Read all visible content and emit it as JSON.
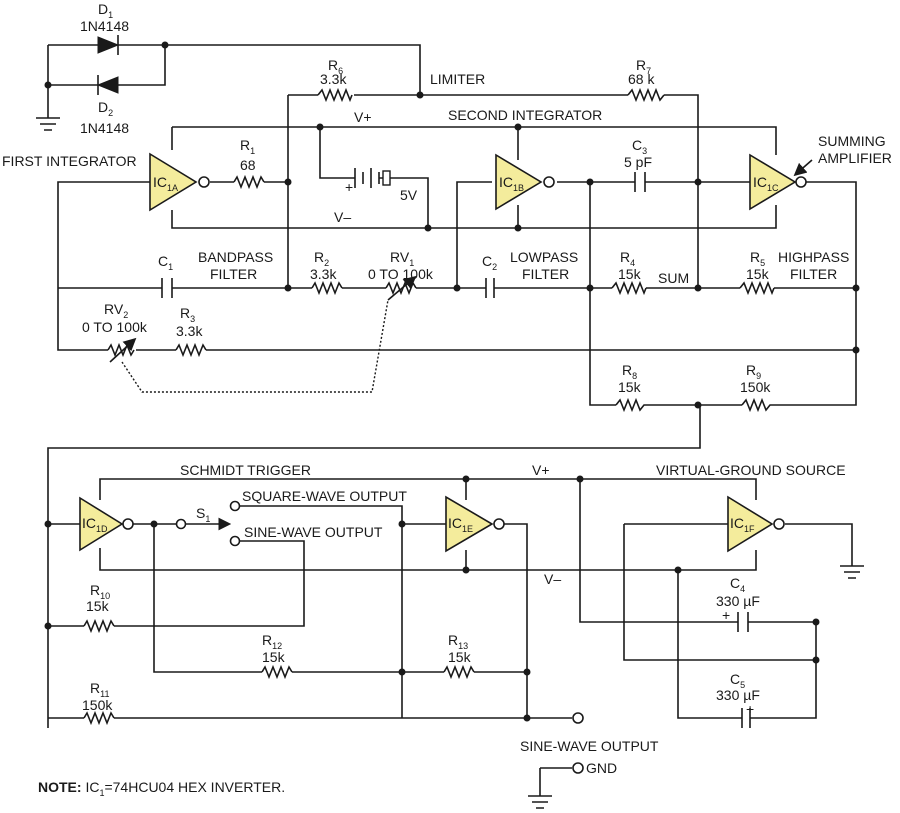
{
  "components": {
    "d1": {
      "ref": "D",
      "sub": "1",
      "value": "1N4148"
    },
    "d2": {
      "ref": "D",
      "sub": "2",
      "value": "1N4148"
    },
    "r1": {
      "ref": "R",
      "sub": "1",
      "value": "68"
    },
    "r2": {
      "ref": "R",
      "sub": "2",
      "value": "3.3k"
    },
    "r3": {
      "ref": "R",
      "sub": "3",
      "value": "3.3k"
    },
    "r4": {
      "ref": "R",
      "sub": "4",
      "value": "15k"
    },
    "r5": {
      "ref": "R",
      "sub": "5",
      "value": "15k"
    },
    "r6": {
      "ref": "R",
      "sub": "6",
      "value": "3.3k"
    },
    "r7": {
      "ref": "R",
      "sub": "7",
      "value": "68 k"
    },
    "r8": {
      "ref": "R",
      "sub": "8",
      "value": "15k"
    },
    "r9": {
      "ref": "R",
      "sub": "9",
      "value": "150k"
    },
    "r10": {
      "ref": "R",
      "sub": "10",
      "value": "15k"
    },
    "r11": {
      "ref": "R",
      "sub": "11",
      "value": "150k"
    },
    "r12": {
      "ref": "R",
      "sub": "12",
      "value": "15k"
    },
    "r13": {
      "ref": "R",
      "sub": "13",
      "value": "15k"
    },
    "rv1": {
      "ref": "RV",
      "sub": "1",
      "value": "0 TO 100k"
    },
    "rv2": {
      "ref": "RV",
      "sub": "2",
      "value": "0 TO 100k"
    },
    "c1": {
      "ref": "C",
      "sub": "1"
    },
    "c2": {
      "ref": "C",
      "sub": "2"
    },
    "c3": {
      "ref": "C",
      "sub": "3",
      "value": "5 pF"
    },
    "c4": {
      "ref": "C",
      "sub": "4",
      "value": "330 µF"
    },
    "c5": {
      "ref": "C",
      "sub": "5",
      "value": "330 µF"
    },
    "s1": {
      "ref": "S",
      "sub": "1"
    },
    "battery": {
      "value": "5V",
      "plus": "+"
    },
    "ic1a": {
      "ref": "IC",
      "sub": "1A"
    },
    "ic1b": {
      "ref": "IC",
      "sub": "1B"
    },
    "ic1c": {
      "ref": "IC",
      "sub": "1C"
    },
    "ic1d": {
      "ref": "IC",
      "sub": "1D"
    },
    "ic1e": {
      "ref": "IC",
      "sub": "1E"
    },
    "ic1f": {
      "ref": "IC",
      "sub": "1F"
    }
  },
  "labels": {
    "limiter": "LIMITER",
    "second_integrator": "SECOND INTEGRATOR",
    "first_integrator": "FIRST INTEGRATOR",
    "summing_1": "SUMMING",
    "summing_2": "AMPLIFIER",
    "bandpass_1": "BANDPASS",
    "bandpass_2": "FILTER",
    "lowpass_1": "LOWPASS",
    "lowpass_2": "FILTER",
    "highpass_1": "HIGHPASS",
    "highpass_2": "FILTER",
    "sum": "SUM",
    "vplus_top": "V+",
    "vminus_top": "V–",
    "vplus_bottom": "V+",
    "vminus_bottom": "V–",
    "schmitt_trigger": "SCHMIDT TRIGGER",
    "virtual_ground": "VIRTUAL-GROUND SOURCE",
    "square_wave_output": "SQUARE-WAVE OUTPUT",
    "sine_wave_output_switch": "SINE-WAVE OUTPUT",
    "sine_wave_output": "SINE-WAVE OUTPUT",
    "gnd": "GND",
    "plus_c4": "+",
    "plus_c5": "+"
  },
  "note": {
    "prefix": "NOTE:",
    "ic": "IC",
    "sub": "1",
    "text": "=74HCU04 HEX INVERTER."
  },
  "colors": {
    "wire": "#1a1a1a",
    "amplifier_fill": "#f4ec9c",
    "background": "#ffffff"
  }
}
